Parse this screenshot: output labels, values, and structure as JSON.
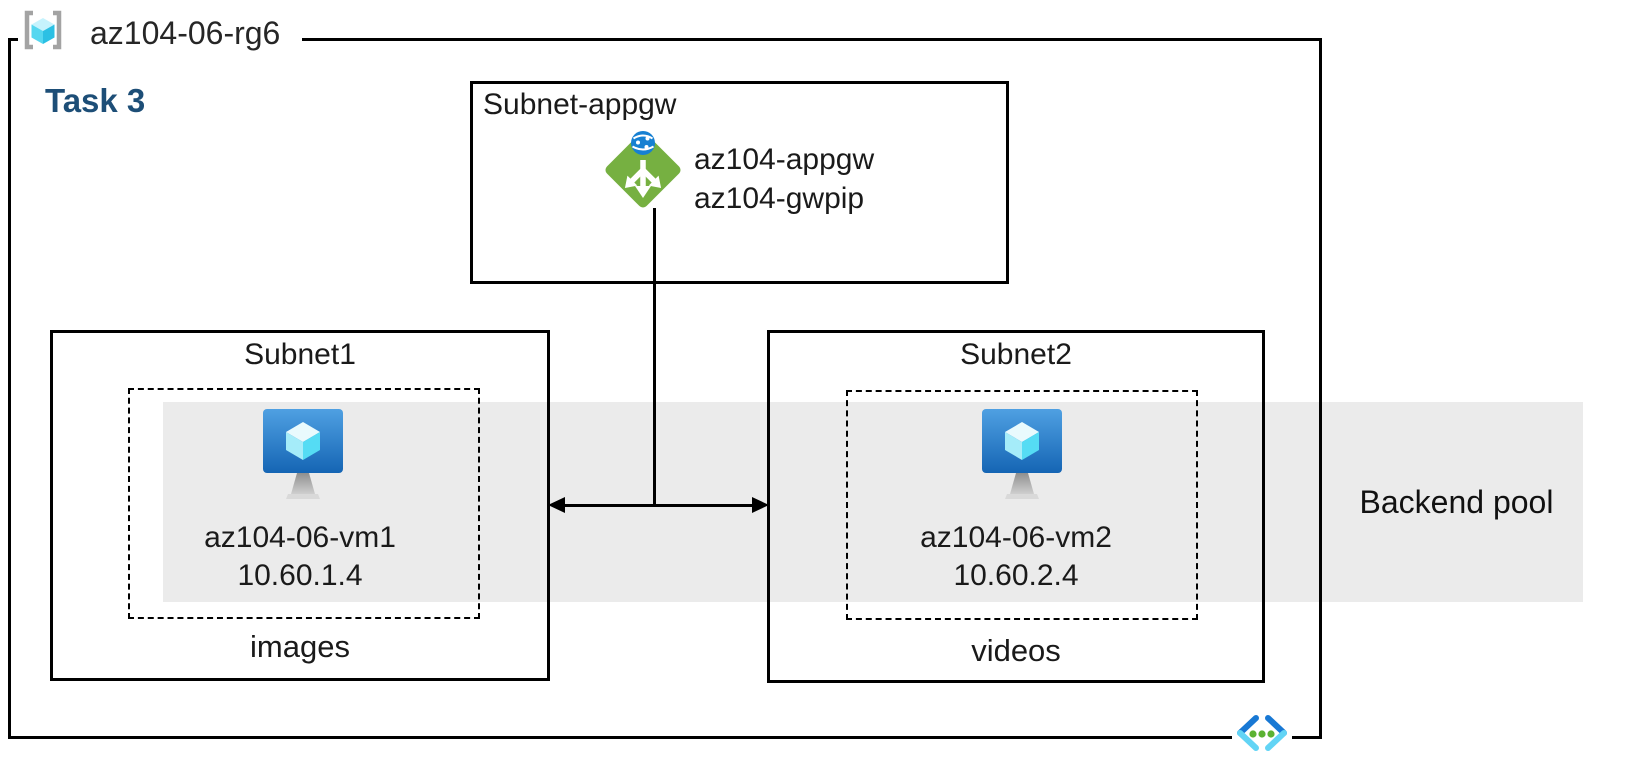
{
  "resource_group": {
    "name": "az104-06-rg6"
  },
  "task_label": "Task 3",
  "appgw_subnet": {
    "title": "Subnet-appgw",
    "gateway_name": "az104-appgw",
    "public_ip_name": "az104-gwpip"
  },
  "subnet1": {
    "title": "Subnet1",
    "vm_name": "az104-06-vm1",
    "vm_ip": "10.60.1.4",
    "caption": "images"
  },
  "subnet2": {
    "title": "Subnet2",
    "vm_name": "az104-06-vm2",
    "vm_ip": "10.60.2.4",
    "caption": "videos"
  },
  "backend_pool": {
    "label": "Backend pool"
  },
  "icons": {
    "resource_group": "resource-group-icon",
    "application_gateway": "application-gateway-icon",
    "virtual_machine": "vm-icon",
    "virtual_network": "virtual-network-icon"
  },
  "colors": {
    "backend_band": "#ebebeb",
    "task_label": "#1d4e77",
    "border": "#000000",
    "appgw_green": "#76b041",
    "globe_blue": "#1680d2",
    "vm_monitor_light": "#4fa0e2",
    "vm_monitor_dark": "#1565b4",
    "cube_cyan_top": "#e9fafd",
    "cube_cyan_left": "#a5ecf9",
    "cube_cyan_right": "#55dcf4",
    "rg_bracket_gray": "#a3a3a3",
    "vnet_blue": "#1878d4",
    "vnet_cyan": "#62d4f5",
    "vnet_dot_green": "#5bb232"
  }
}
